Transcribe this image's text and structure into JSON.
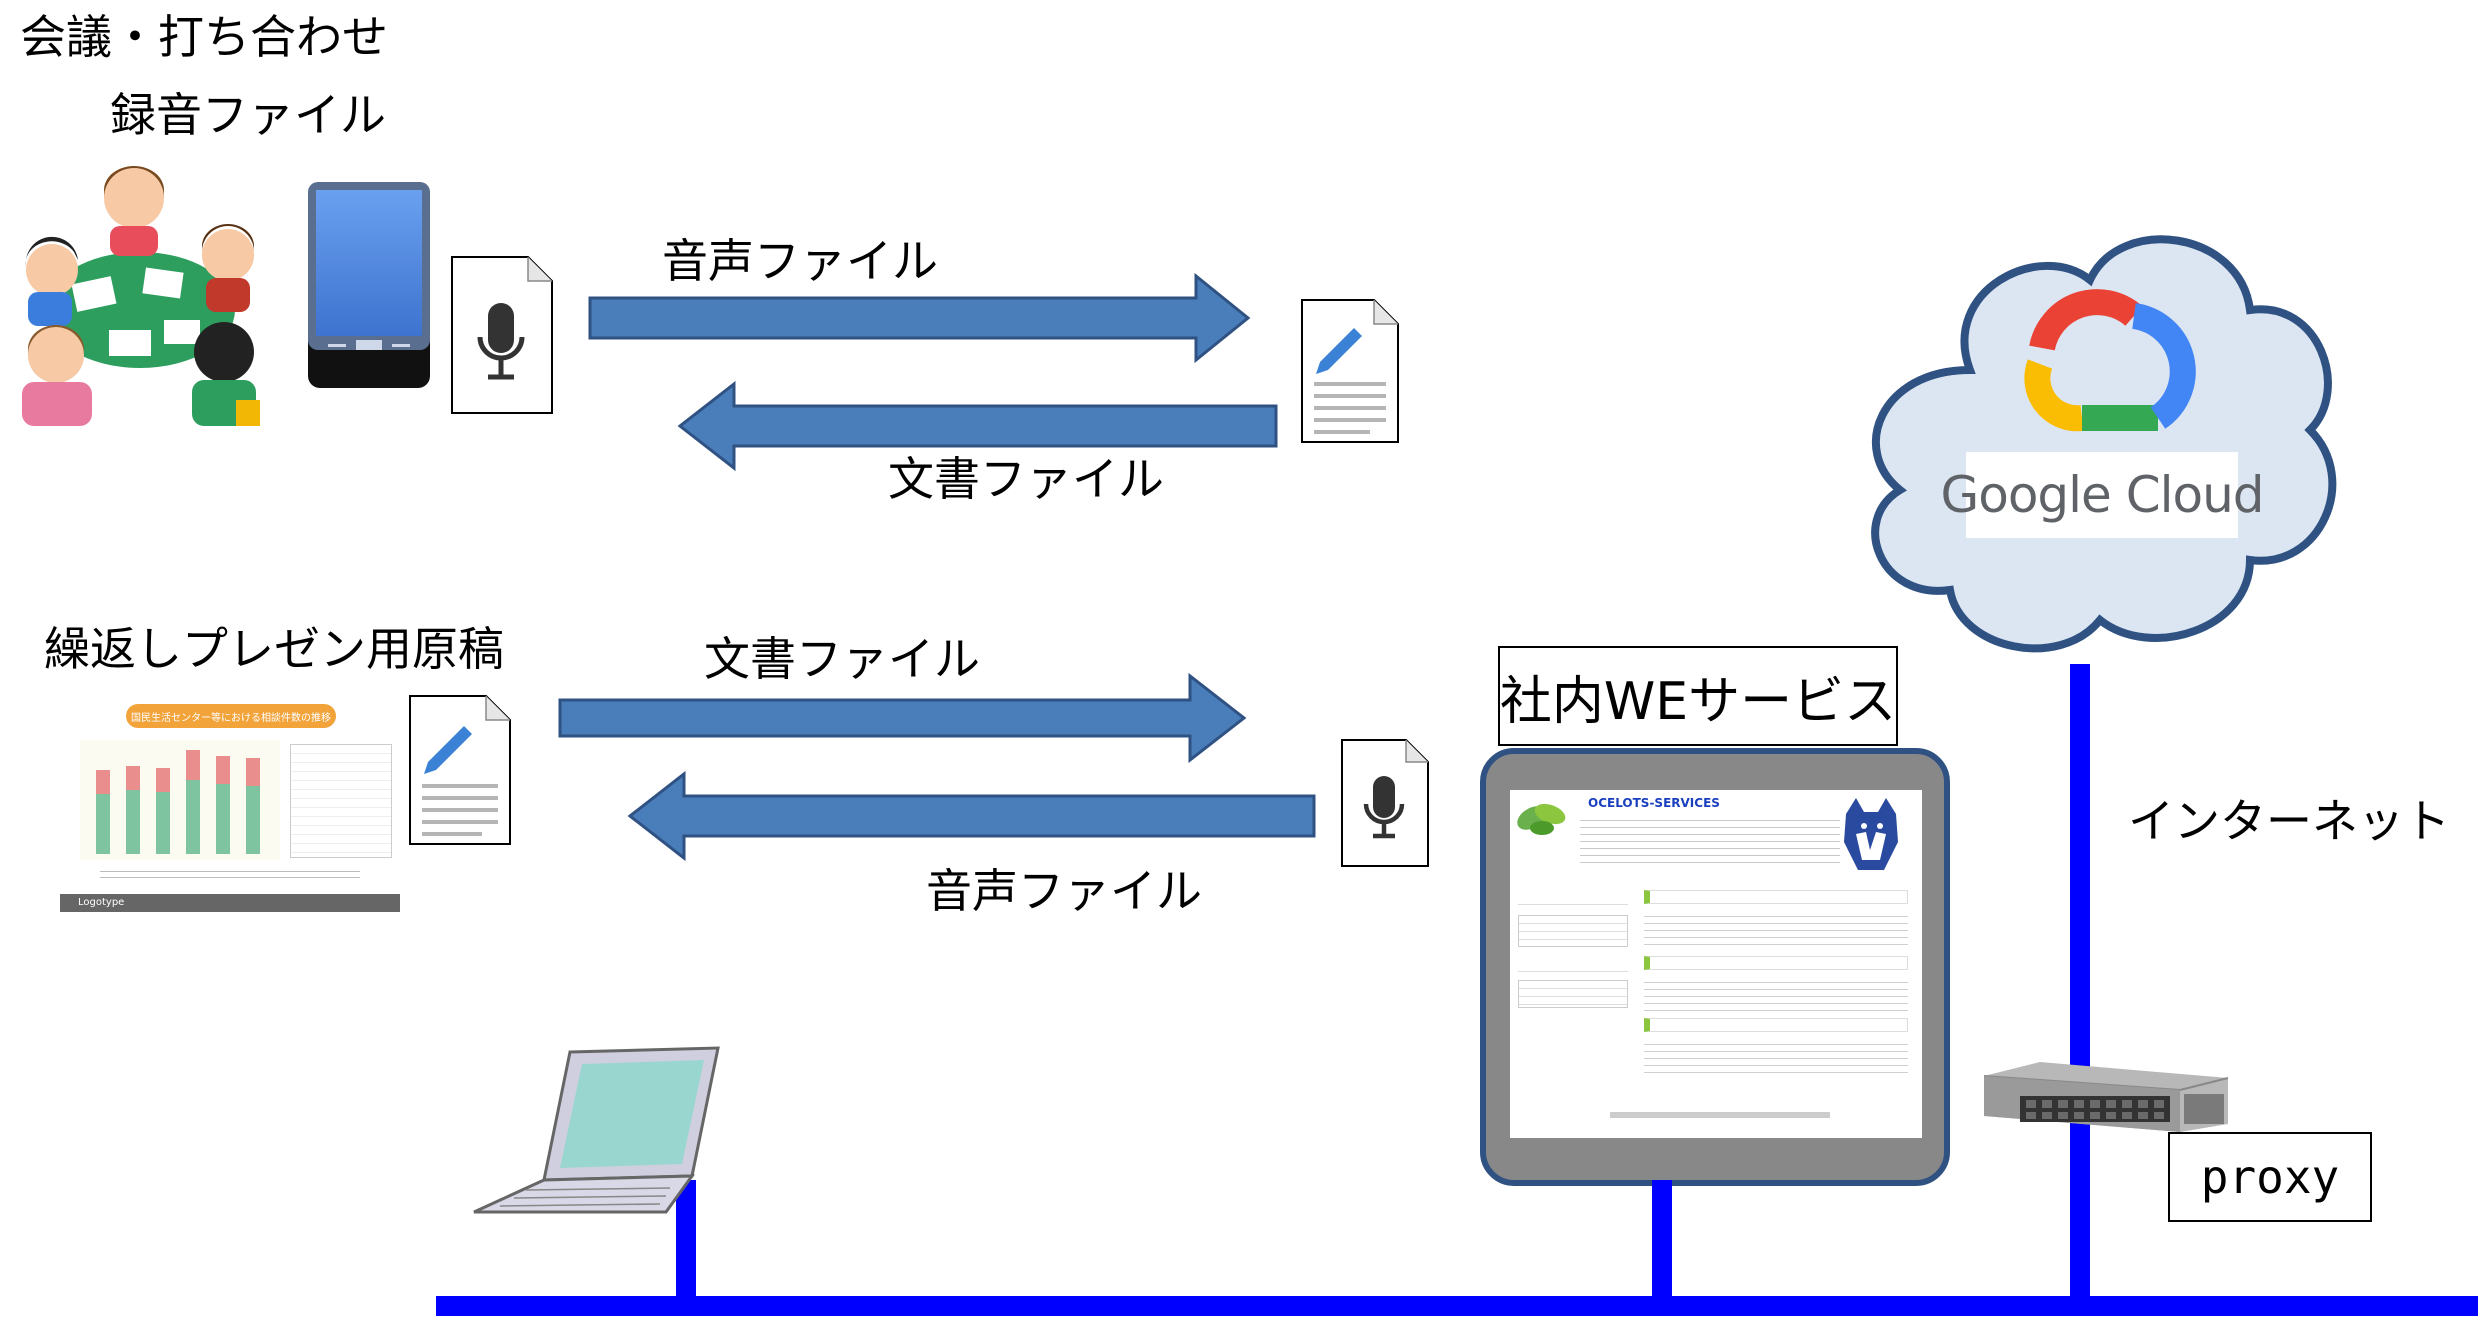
{
  "top_section": {
    "title_line1": "会議・打ち合わせ",
    "title_line2": "録音ファイル",
    "upload_label": "音声ファイル",
    "download_label": "文書ファイル"
  },
  "middle_section": {
    "title": "繰返しプレゼン用原稿",
    "upload_label": "文書ファイル",
    "download_label": "音声ファイル",
    "slide_title": "国民生活センター等における相談件数の推移",
    "slide_footer": "Logotype"
  },
  "web_service": {
    "label": "社内WEサービス",
    "page_heading": "OCELOTS-SERVICES"
  },
  "cloud": {
    "brand_text": "Google Cloud",
    "colors": {
      "red": "#EA4335",
      "yellow": "#FBBC04",
      "green": "#34A853",
      "blue": "#4285F4",
      "fill": "#DCE6F2",
      "stroke": "#2F5283"
    }
  },
  "network": {
    "internet_label": "インターネット",
    "proxy_label": "proxy",
    "line_color": "#0000FF"
  },
  "arrow_color": "#4A7EBB"
}
